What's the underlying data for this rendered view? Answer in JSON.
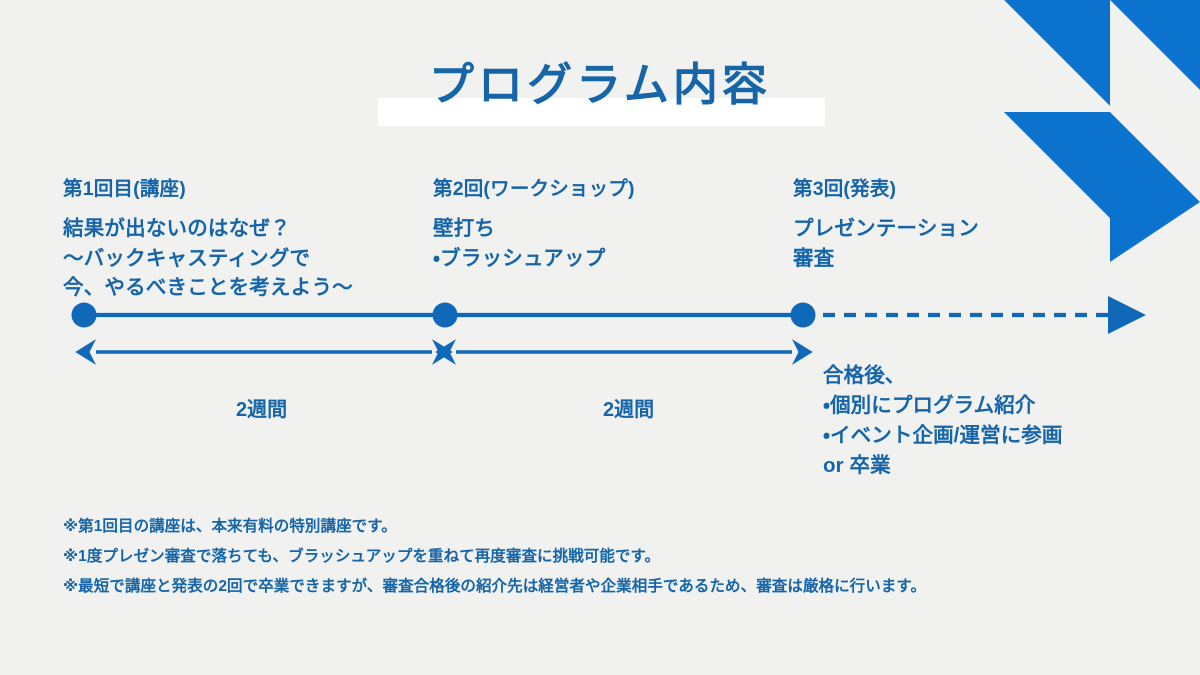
{
  "slide": {
    "background_color": "#f1f1ef",
    "accent_blue": "#0b72ce",
    "text_blue": "#1565a8",
    "line_blue": "#1068b8",
    "highlight_color": "#ffffff"
  },
  "title": {
    "text": "プログラム内容"
  },
  "milestones": [
    {
      "heading": "第1回目(講座)",
      "lines": [
        "結果が出ないのはなぜ？",
        "〜バックキャスティングで",
        "今、やるべきことを考えよう〜"
      ]
    },
    {
      "heading": "第2回(ワークショップ)",
      "lines": [
        "壁打ち",
        "・ブラッシュアップ"
      ]
    },
    {
      "heading": "第3回(発表)",
      "lines": [
        "プレゼンテーション",
        "審査"
      ]
    }
  ],
  "intervals": [
    {
      "label": "2週間"
    },
    {
      "label": "2週間"
    }
  ],
  "outcome": {
    "lines": [
      "合格後、",
      "・個別にプログラム紹介",
      "・イベント企画/運営に参画",
      "or 卒業"
    ]
  },
  "footnotes": [
    "※第1回目の講座は、本来有料の特別講座です。",
    "※1度プレゼン審査で落ちても、ブラッシュアップを重ねて再度審査に挑戦可能です。",
    "※最短で講座と発表の2回で卒業できますが、審査合格後の紹介先は経営者や企業相手であるため、審査は厳格に行います。"
  ]
}
